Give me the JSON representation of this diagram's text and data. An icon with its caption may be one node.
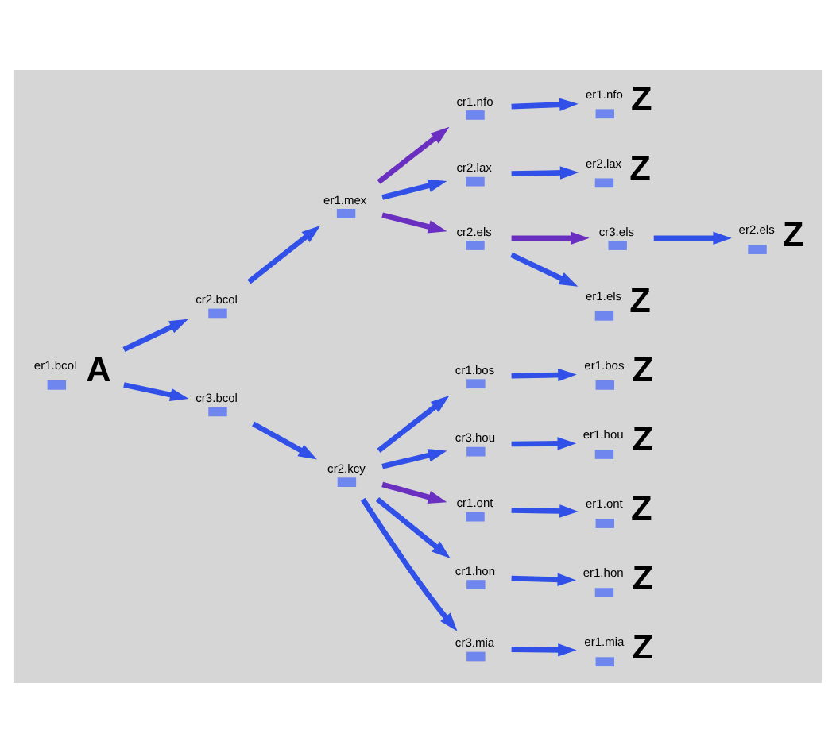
{
  "diagram": {
    "nodes": [
      {
        "text": [
          "er1.bcol"
        ],
        "beside": [
          "A"
        ]
      },
      {
        "text": [
          "cr2.bcol"
        ]
      },
      {
        "text": [
          "er1.mex"
        ]
      },
      {
        "text": [
          "cr1.nfo"
        ]
      },
      {
        "text": [
          "er1.nfo"
        ],
        "beside": [
          "Z"
        ]
      },
      {
        "text": [
          "cr2.lax"
        ]
      },
      {
        "text": [
          "er2.lax"
        ],
        "beside": [
          "Z"
        ]
      },
      {
        "text": [
          "cr2.els"
        ]
      },
      {
        "text": [
          "cr3.els"
        ]
      },
      {
        "text": [
          "er2.els"
        ],
        "beside": [
          "Z"
        ]
      },
      {
        "text": [
          "er1.els"
        ],
        "beside": [
          "Z"
        ]
      },
      {
        "text": [
          "cr3.bcol"
        ]
      },
      {
        "text": [
          "cr2.kcy"
        ]
      },
      {
        "text": [
          "cr1.bos"
        ]
      },
      {
        "text": [
          "er1.bos"
        ],
        "beside": [
          "Z"
        ]
      },
      {
        "text": [
          "cr3.hou"
        ]
      },
      {
        "text": [
          "er1.hou"
        ],
        "beside": [
          "Z"
        ]
      },
      {
        "text": [
          "cr1.ont"
        ]
      },
      {
        "text": [
          "er1.ont"
        ],
        "beside": [
          "Z"
        ]
      },
      {
        "text": [
          "cr1.hon"
        ]
      },
      {
        "text": [
          "er1.hon"
        ],
        "beside": [
          "Z"
        ]
      },
      {
        "text": [
          "cr3.mia"
        ]
      },
      {
        "text": [
          "er1.mia"
        ],
        "beside": [
          "Z"
        ]
      }
    ],
    "edges": [
      {
        "from": 0,
        "to": 1,
        "arrow": "to"
      },
      {
        "from": 1,
        "to": 2,
        "arrow": "to"
      },
      {
        "from": 2,
        "to": 3,
        "arrow": "to",
        "color": "#6a2fc0"
      },
      {
        "from": 3,
        "to": 4,
        "arrow": "to"
      },
      {
        "from": 2,
        "to": 5,
        "arrow": "to"
      },
      {
        "from": 5,
        "to": 6,
        "arrow": "to"
      },
      {
        "from": 2,
        "to": 7,
        "arrow": "to",
        "color": "#6a2fc0"
      },
      {
        "from": 7,
        "to": 8,
        "arrow": "to",
        "color": "#6a2fc0"
      },
      {
        "from": 8,
        "to": 9,
        "arrow": "to"
      },
      {
        "from": 7,
        "to": 10,
        "arrow": "to"
      },
      {
        "from": 0,
        "to": 11,
        "arrow": "to"
      },
      {
        "from": 11,
        "to": 12,
        "arrow": "to"
      },
      {
        "from": 12,
        "to": 13,
        "arrow": "to"
      },
      {
        "from": 13,
        "to": 14,
        "arrow": "to"
      },
      {
        "from": 12,
        "to": 15,
        "arrow": "to"
      },
      {
        "from": 15,
        "to": 16,
        "arrow": "to"
      },
      {
        "from": 12,
        "to": 17,
        "arrow": "to",
        "color": "#6a2fc0"
      },
      {
        "from": 17,
        "to": 18,
        "arrow": "to"
      },
      {
        "from": 12,
        "to": 19,
        "arrow": "to"
      },
      {
        "from": 19,
        "to": 20,
        "arrow": "to"
      },
      {
        "from": 12,
        "to": 21,
        "arrow": "to"
      },
      {
        "from": 21,
        "to": 22,
        "arrow": "to"
      }
    ]
  }
}
